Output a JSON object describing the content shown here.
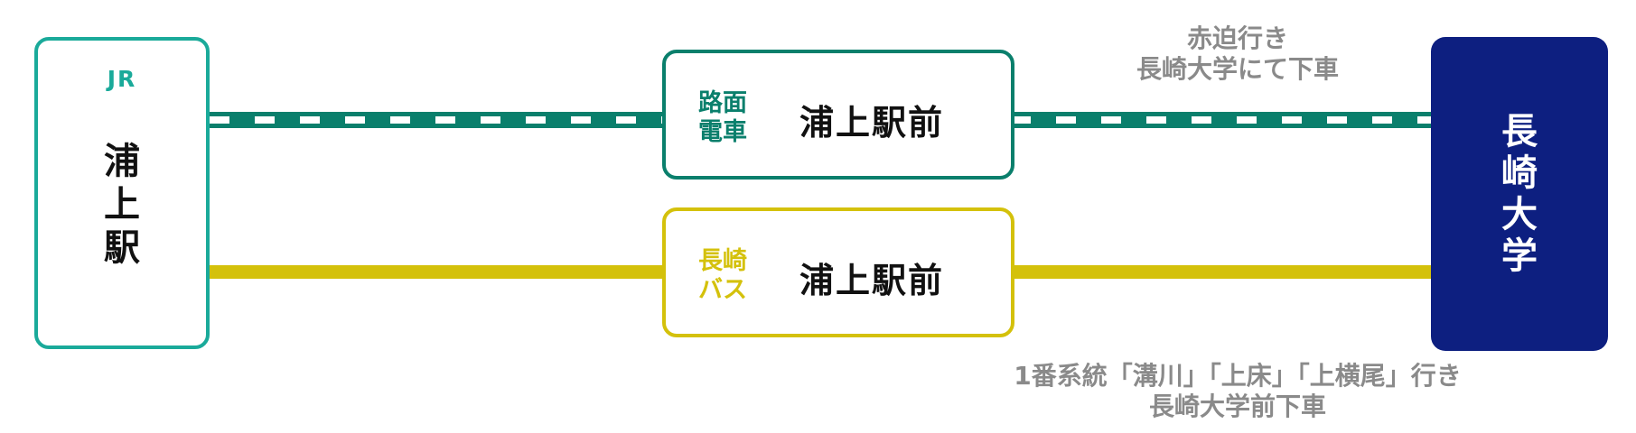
{
  "origin": {
    "operator": "JR",
    "station_chars": [
      "浦",
      "上",
      "駅"
    ]
  },
  "tram": {
    "mode_lines": [
      "路面",
      "電車"
    ],
    "stop": "浦上駅前",
    "note_lines": [
      "赤迫行き",
      "長崎大学にて下車"
    ],
    "color": "#0a7f6c"
  },
  "bus": {
    "mode_lines": [
      "長崎",
      "バス"
    ],
    "stop": "浦上駅前",
    "note_lines": [
      "1番系統「溝川」「上床」「上横尾」行き",
      "長崎大学前下車"
    ],
    "color": "#d4c10b"
  },
  "destination": {
    "name_chars": [
      "長",
      "崎",
      "大",
      "学"
    ],
    "color": "#0d1f80"
  },
  "colors": {
    "jr": "#1aaa9a"
  }
}
